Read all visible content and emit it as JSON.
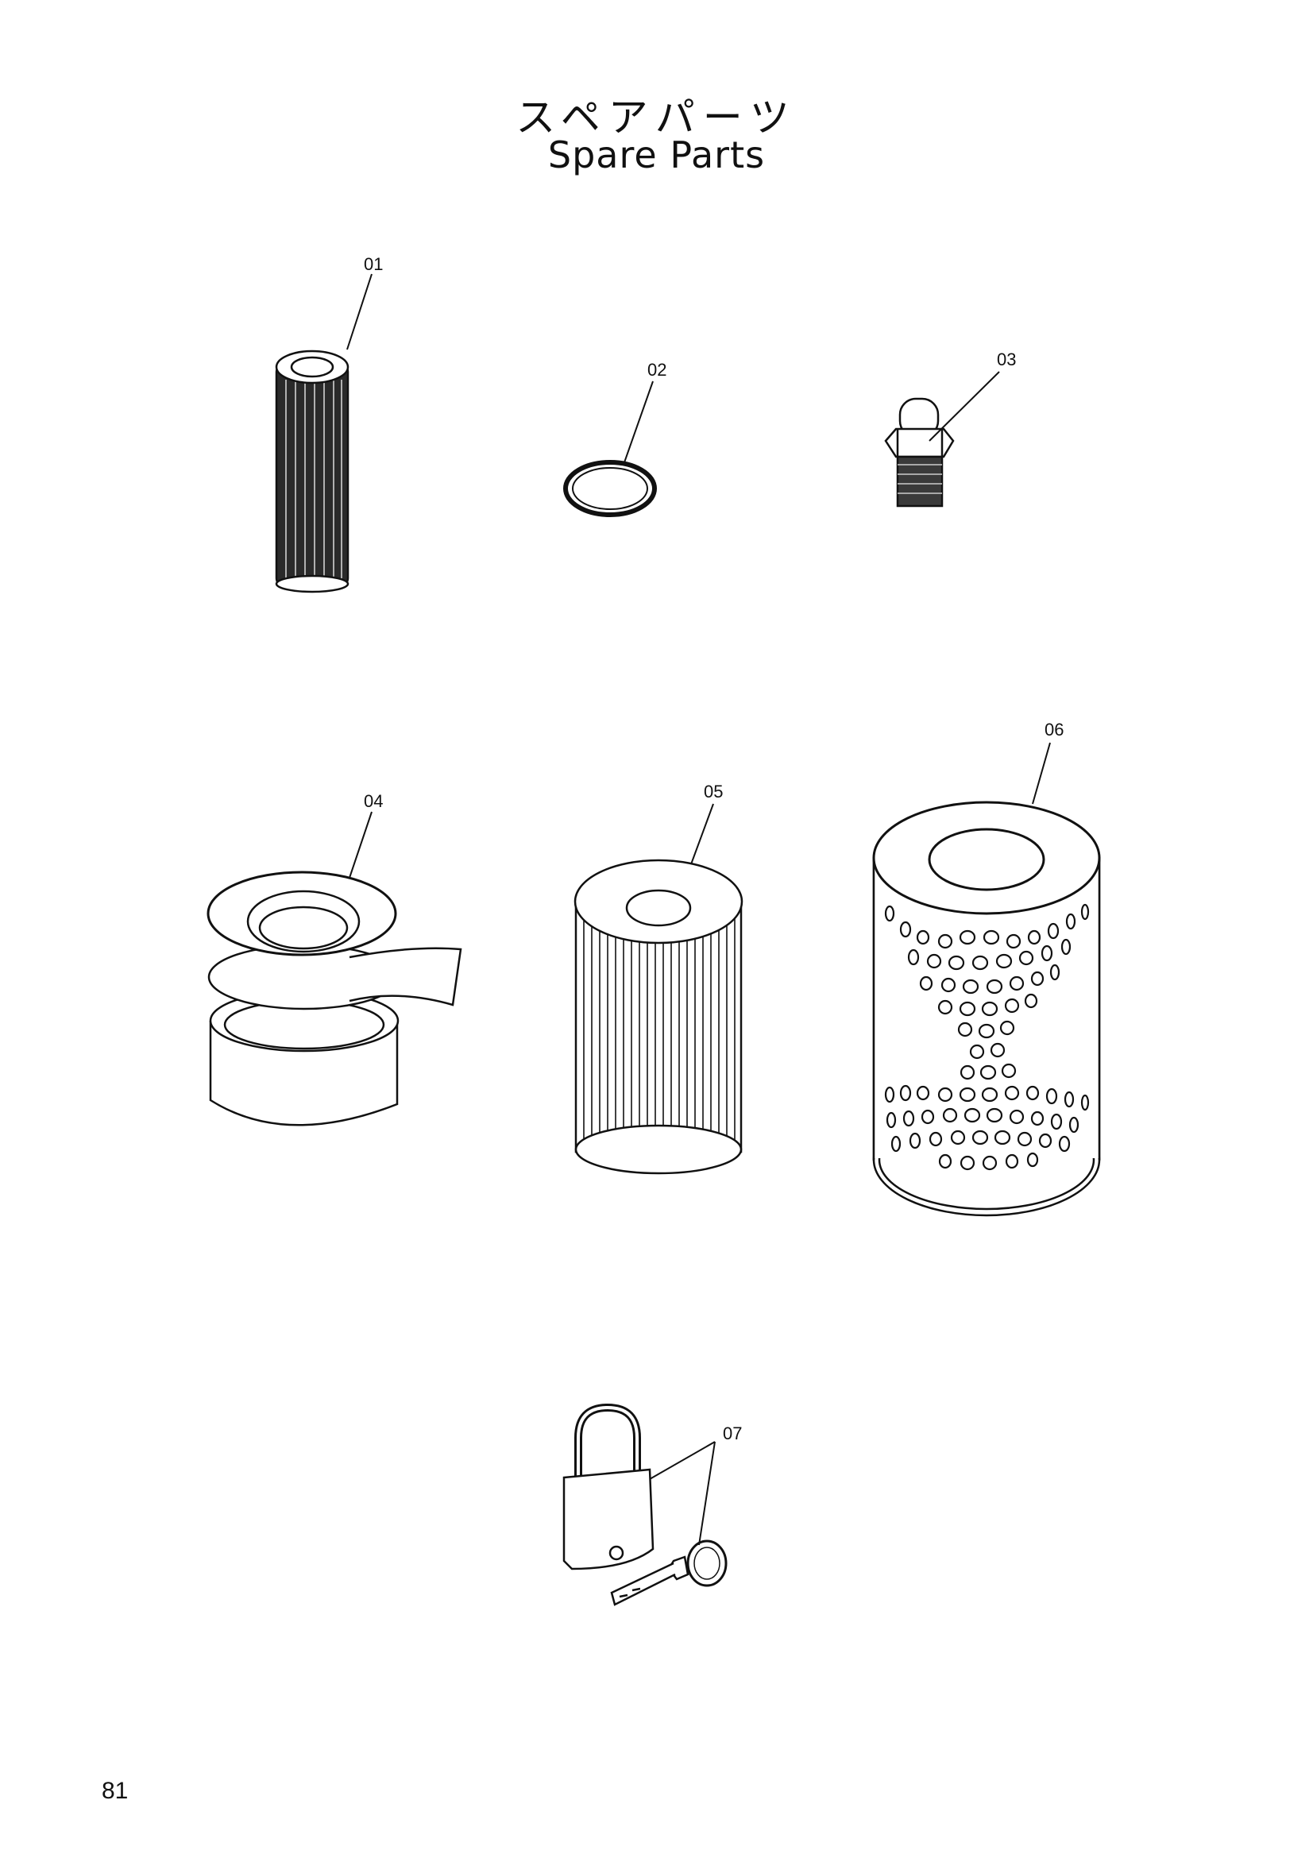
{
  "header": {
    "title_jp": "スペアパーツ",
    "title_en": "Spare Parts"
  },
  "parts": [
    {
      "callout": "01",
      "icon": "cartridge-filter-icon"
    },
    {
      "callout": "02",
      "icon": "o-ring-icon"
    },
    {
      "callout": "03",
      "icon": "grease-nipple-icon"
    },
    {
      "callout": "04",
      "icon": "strainer-element-icon"
    },
    {
      "callout": "05",
      "icon": "pleated-filter-icon"
    },
    {
      "callout": "06",
      "icon": "perforated-filter-icon"
    },
    {
      "callout": "07",
      "icon": "padlock-key-icon"
    }
  ],
  "footer": {
    "page_number": "81"
  }
}
